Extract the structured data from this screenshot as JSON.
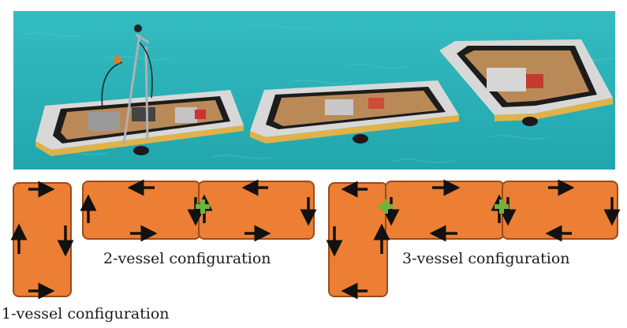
{
  "photo": {
    "water_color": "#2bb3b8",
    "vessel_hull_color": "#e8e8e8",
    "vessel_deck_color": "#b98a58",
    "gasket_color": "#1c1c1c"
  },
  "colors": {
    "vessel_fill": "#ec7f33",
    "vessel_stroke": "#9a4a1c",
    "arrow": "#111111",
    "connector": "#6db33f"
  },
  "labels": {
    "one_vessel": "1-vessel configuration",
    "two_vessel": "2-vessel configuration",
    "three_vessel": "3-vessel configuration"
  },
  "icons": {
    "thruster_arrow": "arrow-icon",
    "docking_connector": "plus-icon"
  }
}
